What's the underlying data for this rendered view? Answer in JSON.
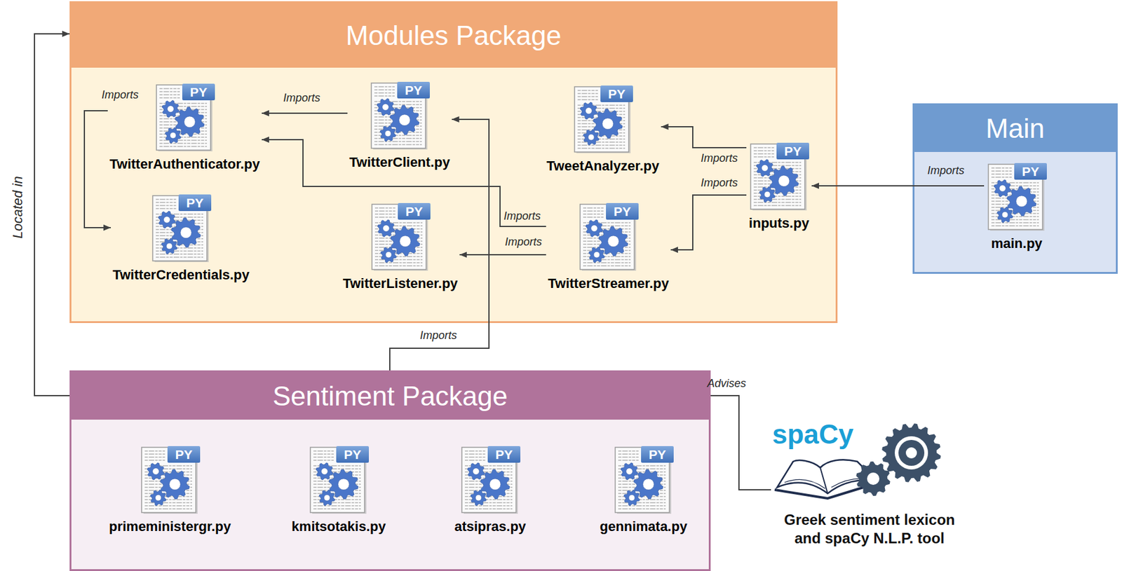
{
  "diagram": {
    "nodes": [
      {
        "text": [
          "Modules Package"
        ]
      },
      {
        "text": [
          "PY",
          "TwitterAuthenticator.py"
        ],
        "in": 0
      },
      {
        "text": [
          "PY",
          "TwitterClient.py"
        ],
        "in": 0
      },
      {
        "text": [
          "PY",
          "TweetAnalyzer.py"
        ],
        "in": 0
      },
      {
        "text": [
          "PY",
          "inputs.py"
        ],
        "in": 0
      },
      {
        "text": [
          "PY",
          "TwitterCredentials.py"
        ],
        "in": 0
      },
      {
        "text": [
          "PY",
          "TwitterListener.py"
        ],
        "in": 0
      },
      {
        "text": [
          "PY",
          "TwitterStreamer.py"
        ],
        "in": 0
      },
      {
        "text": [
          "Main"
        ]
      },
      {
        "text": [
          "PY",
          "main.py"
        ],
        "in": 8
      },
      {
        "text": [
          "Sentiment Package"
        ]
      },
      {
        "text": [
          "PY",
          "primeministergr.py"
        ],
        "in": 10
      },
      {
        "text": [
          "PY",
          "kmitsotakis.py"
        ],
        "in": 10
      },
      {
        "text": [
          "PY",
          "atsipras.py"
        ],
        "in": 10
      },
      {
        "text": [
          "PY",
          "gennimata.py"
        ],
        "in": 10
      },
      {
        "text": [
          "spaCy",
          "Greek sentiment lexicon and spaCy N.L.P. tool"
        ]
      }
    ],
    "edges": [
      {
        "from": 1,
        "to": 5,
        "label": "Imports",
        "arrow": "to"
      },
      {
        "from": 2,
        "to": 1,
        "label": "Imports",
        "arrow": "to"
      },
      {
        "from": 7,
        "to": 1,
        "label": "Imports",
        "arrow": "to"
      },
      {
        "from": 7,
        "to": 6,
        "label": "Imports",
        "arrow": "to"
      },
      {
        "from": 4,
        "to": 3,
        "label": "Imports",
        "arrow": "to"
      },
      {
        "from": 4,
        "to": 7,
        "label": "Imports",
        "arrow": "to"
      },
      {
        "from": 9,
        "to": 4,
        "label": "Imports",
        "arrow": "to"
      },
      {
        "from": 10,
        "to": 2,
        "label": "Imports",
        "arrow": "to"
      },
      {
        "from": 10,
        "to": 0,
        "label": "Located in",
        "arrow": "to"
      },
      {
        "from": 10,
        "to": 15,
        "label": "Advises",
        "arrow": "none"
      }
    ]
  }
}
